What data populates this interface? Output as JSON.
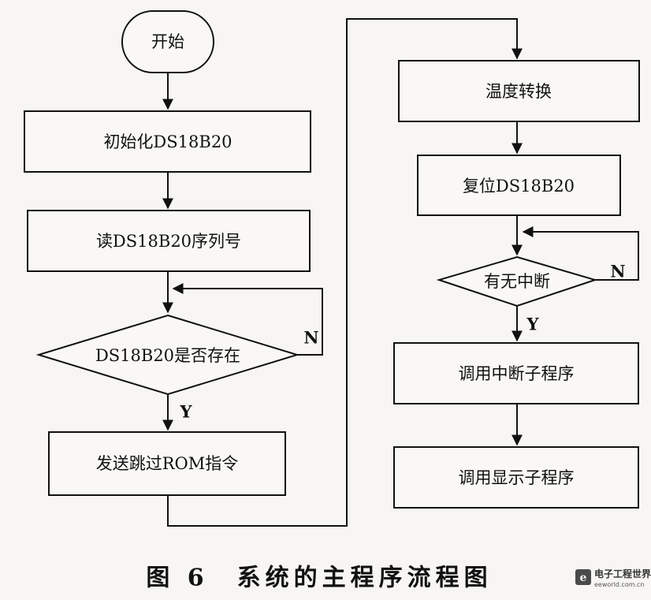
{
  "flowchart": {
    "nodes": {
      "start": "开始",
      "init": "初始化DS18B20",
      "read_serial": "读DS18B20序列号",
      "exists": "DS18B20是否存在",
      "skip_rom": "发送跳过ROM指令",
      "convert": "温度转换",
      "reset": "复位DS18B20",
      "interrupt": "有无中断",
      "call_isr": "调用中断子程序",
      "call_display": "调用显示子程序"
    },
    "edges": {
      "exists_no": "N",
      "exists_yes": "Y",
      "interrupt_no": "N",
      "interrupt_yes": "Y"
    }
  },
  "caption": "图 6　系统的主程序流程图",
  "watermark": {
    "name": "电子工程世界",
    "url": "eeworld.com.cn"
  }
}
